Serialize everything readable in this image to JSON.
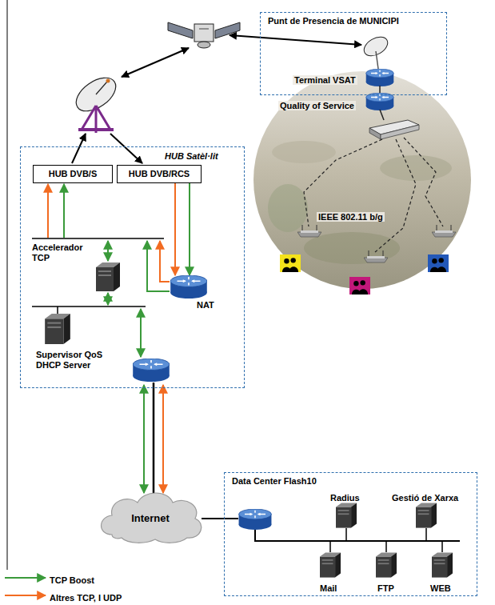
{
  "diagram": {
    "nodes": [
      {
        "text": [
          "Punt de Presencia de MUNICIPI"
        ]
      },
      {
        "text": [
          "HUB Satèl·lit"
        ]
      },
      {
        "text": [
          "HUB DVB/S"
        ],
        "in": 1
      },
      {
        "text": [
          "HUB DVB/RCS"
        ],
        "in": 1
      },
      {
        "text": [
          "NAT"
        ],
        "in": 1
      },
      {
        "text": [
          "Internet"
        ]
      },
      {
        "text": [
          "Data Center Flash10"
        ]
      }
    ],
    "edges": [
      {
        "from": 3,
        "to": 4,
        "arrow": "to"
      },
      {
        "from": 3,
        "to": 4,
        "arrow": "to"
      }
    ],
    "labels": [
      "Terminal VSAT",
      "Quality of Service",
      "IEEE 802.11 b/g",
      "Accelerador TCP",
      "Supervisor QoS DHCP Server",
      "Radius",
      "Gestió de Xarxa",
      "Mail",
      "FTP",
      "WEB"
    ],
    "legend": [
      {
        "text": "TCP Boost"
      },
      {
        "text": "Altres TCP, I UDP"
      }
    ]
  }
}
